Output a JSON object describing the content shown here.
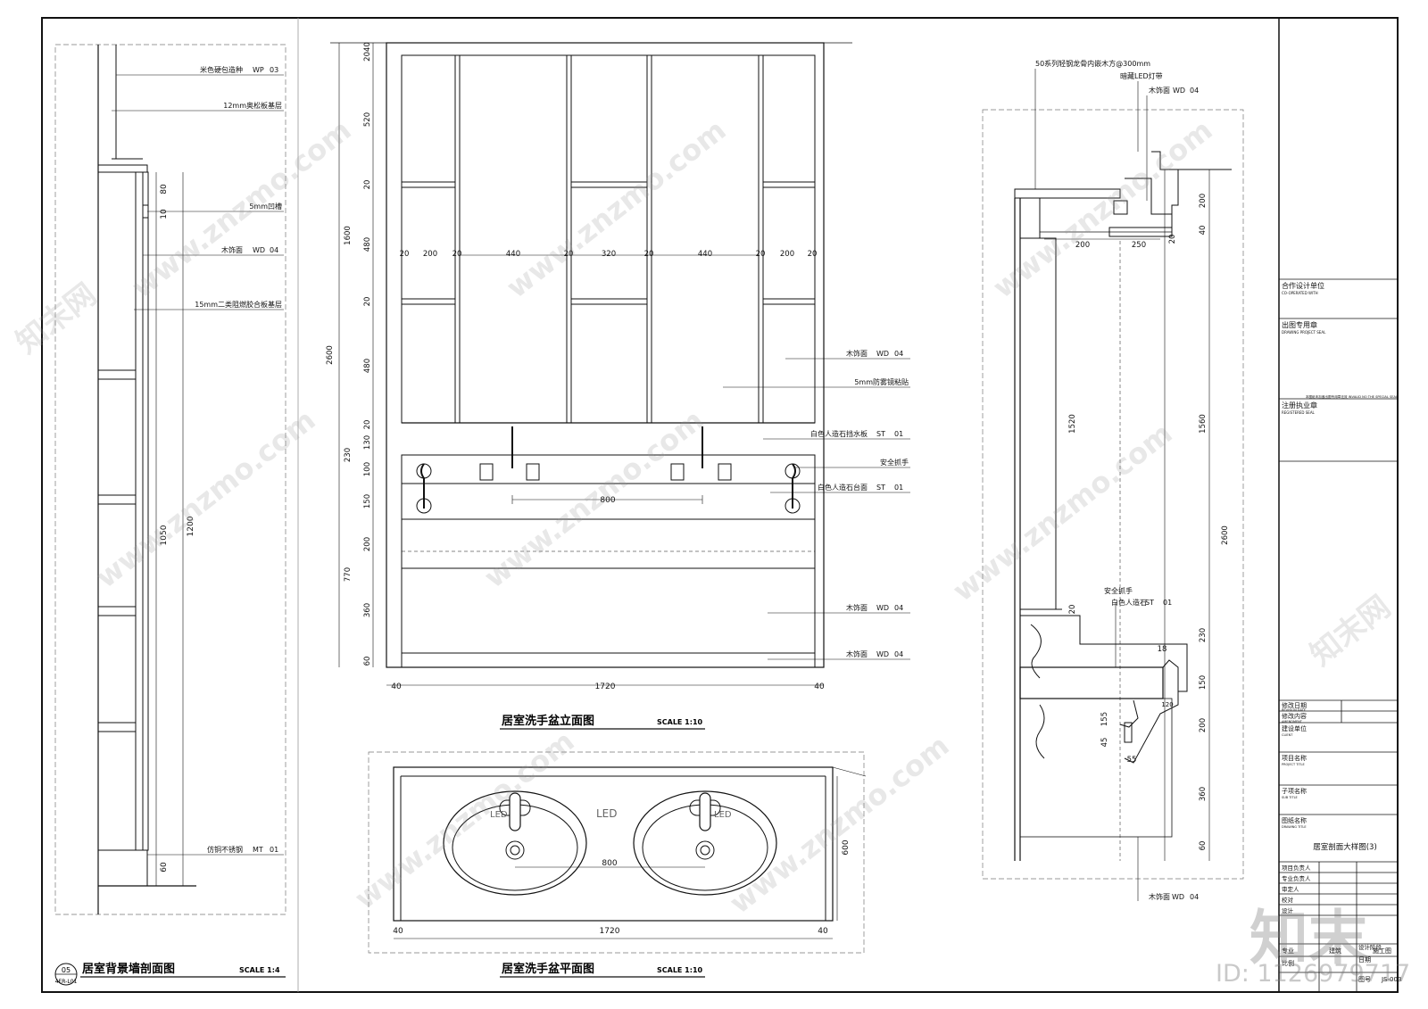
{
  "colors": {
    "line": "#111111",
    "thin": "#333333",
    "paper": "#ffffff",
    "watermark": "#9a9a9a"
  },
  "left_section": {
    "title": "居室背景墙剖面图",
    "scale": "SCALE 1:4",
    "badge_top": "05",
    "badge_bottom": "4ER-L01",
    "callouts": [
      {
        "text": "米色硬包造种",
        "code": "WP",
        "num": "03"
      },
      {
        "text": "12mm奥松板基层",
        "code": "",
        "num": ""
      },
      {
        "text": "5mm凹槽",
        "code": "",
        "num": ""
      },
      {
        "text": "木饰面",
        "code": "WD",
        "num": "04"
      },
      {
        "text": "15mm二类阻燃胶合板基层",
        "code": "",
        "num": ""
      },
      {
        "text": "仿铜不锈钢",
        "code": "MT",
        "num": "01"
      }
    ],
    "dims": [
      "80",
      "10",
      "1050",
      "1200",
      "60"
    ]
  },
  "elevation": {
    "title": "居室洗手盆立面图",
    "scale": "SCALE 1:10",
    "v_dims": [
      "2040",
      "520",
      "20",
      "1600",
      "480",
      "20",
      "480",
      "20",
      "130",
      "230",
      "100",
      "150",
      "200",
      "770",
      "360",
      "60",
      "2600"
    ],
    "h_dims": [
      "20",
      "200",
      "20",
      "440",
      "20",
      "320",
      "20",
      "440",
      "20",
      "200",
      "20"
    ],
    "basin_dim": "800",
    "bottom_dims": [
      "40",
      "1720",
      "40"
    ],
    "callouts": [
      {
        "text": "木饰面",
        "code": "WD",
        "num": "04"
      },
      {
        "text": "5mm防雾镜粘贴",
        "code": "",
        "num": ""
      },
      {
        "text": "白色人造石挡水板",
        "code": "ST",
        "num": "01"
      },
      {
        "text": "安全抓手",
        "code": "",
        "num": ""
      },
      {
        "text": "白色人造石台面",
        "code": "ST",
        "num": "01"
      },
      {
        "text": "木饰面",
        "code": "WD",
        "num": "04"
      },
      {
        "text": "木饰面",
        "code": "WD",
        "num": "04"
      }
    ]
  },
  "plan": {
    "title": "居室洗手盆平面图",
    "scale": "SCALE 1:10",
    "led_labels": [
      "LED",
      "LED",
      "LED"
    ],
    "basin_dim": "800",
    "depth_dim": "600",
    "bottom_dims": [
      "40",
      "1720",
      "40"
    ]
  },
  "right_section": {
    "callouts": [
      {
        "text": "50系列轻钢龙骨内嵌木方@300mm",
        "code": "",
        "num": ""
      },
      {
        "text": "暗藏LED灯带",
        "code": "",
        "num": ""
      },
      {
        "text": "木饰面",
        "code": "WD",
        "num": "04"
      },
      {
        "text": "安全抓手",
        "code": "",
        "num": ""
      },
      {
        "text": "白色人造石",
        "code": "ST",
        "num": "01"
      },
      {
        "text": "木饰面",
        "code": "WD",
        "num": "04"
      }
    ],
    "dims": [
      "200",
      "40",
      "200",
      "250",
      "20",
      "1520",
      "1560",
      "2600",
      "20",
      "230",
      "18",
      "150",
      "200",
      "155",
      "45",
      "55",
      "360",
      "60",
      "120"
    ]
  },
  "title_block": {
    "cooperative_unit": "合作设计单位",
    "cooperative_unit_en": "CO-OPERATED WITH",
    "seal": "出图专用章",
    "seal_en": "DRAWING PROJECT SEAL",
    "seal_note": "本图纸未加盖出图专用章无效    INVALID NO THE SPECIAL SEAL",
    "reg_seal": "注册执业章",
    "reg_seal_en": "REGISTERED SEAL",
    "rev_date": "修改日期",
    "rev_date_en": "REVISION DATE",
    "rev_content": "修改内容",
    "rev_content_en": "AMENDMENT",
    "client": "建设单位",
    "client_en": "CLIENT",
    "project": "项目名称",
    "project_en": "PROJECT TITLE",
    "sub_title": "子项名称",
    "sub_title_en": "SUB TITLE",
    "drawing_title_label": "图纸名称",
    "drawing_title_label_en": "DRAWING TITLE",
    "drawing_title": "居室剖面大样图(3)",
    "rows": [
      "项目负责人",
      "专业负责人",
      "审定人",
      "校对",
      "设计"
    ],
    "speciality_label": "专业",
    "speciality": "建筑",
    "stage_label": "设计阶段",
    "stage": "施工图",
    "scale_label": "比例",
    "date_label": "日期",
    "number_label": "图号",
    "number": "JS-003"
  },
  "watermark": {
    "site": "www.znzmo.com",
    "brand": "知末网",
    "logo": "知末",
    "id": "ID: 1126979717"
  }
}
